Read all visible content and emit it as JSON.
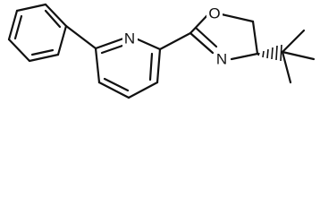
{
  "molecule": {
    "atoms": {
      "pyridine_n": "N",
      "oxazoline_o": "O",
      "oxazoline_n": "N"
    },
    "stereo": "hashed-wedge",
    "colors": {
      "bond": "#111111",
      "background": "#ffffff"
    }
  }
}
